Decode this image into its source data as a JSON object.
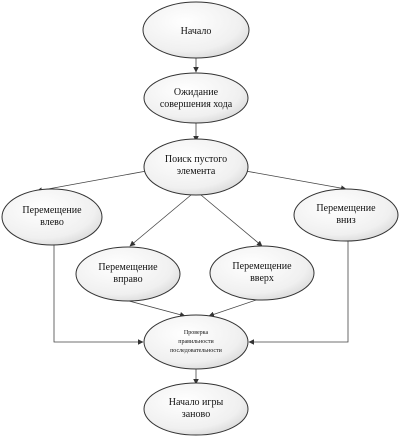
{
  "nodes": {
    "start": [
      "Начало"
    ],
    "wait": [
      "Ожидание",
      "совершения хода"
    ],
    "search": [
      "Поиск пустого",
      "элемента"
    ],
    "left": [
      "Перемещение",
      "влево"
    ],
    "down": [
      "Перемещение",
      "вниз"
    ],
    "right": [
      "Перемещение",
      "вправо"
    ],
    "up": [
      "Перемещение",
      "вверх"
    ],
    "check": [
      "Проверка",
      "правильности",
      "последовательности"
    ],
    "restart": [
      "Начало игры",
      "заново"
    ]
  },
  "colors": {
    "node_light": "#ffffff",
    "node_shade": "#dcdcdc",
    "stroke": "#333333"
  }
}
